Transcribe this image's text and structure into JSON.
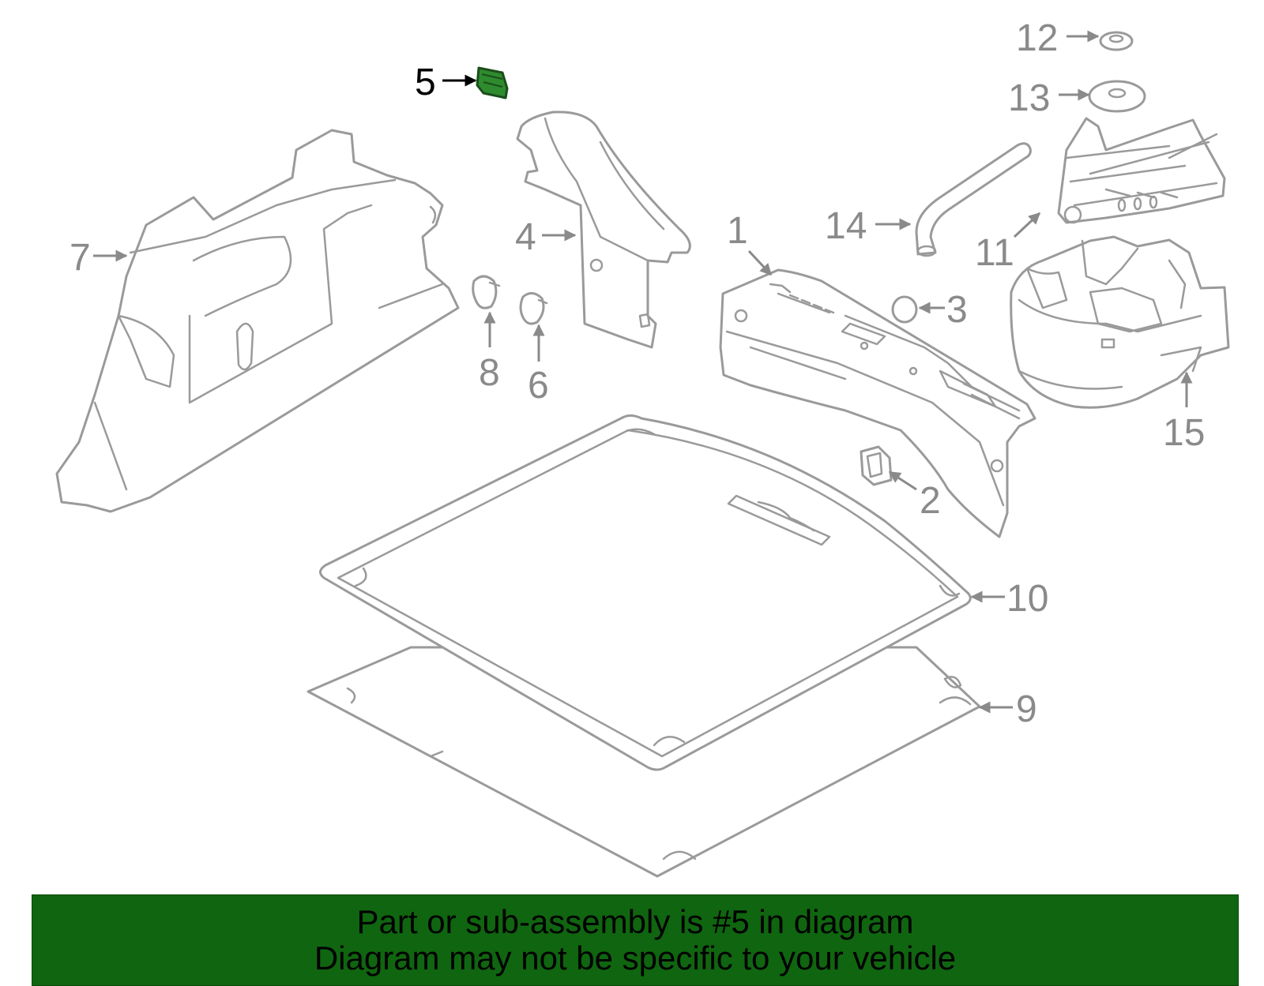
{
  "colors": {
    "banner_background": "#106510",
    "highlight_part": "#2e8b2e",
    "outline": "#9a9a9a",
    "callout_text": "#8a8a8a",
    "active_callout_text": "#000000"
  },
  "highlighted_part": "5",
  "callouts": {
    "c1": "1",
    "c2": "2",
    "c3": "3",
    "c4": "4",
    "c5": "5",
    "c6": "6",
    "c7": "7",
    "c8": "8",
    "c9": "9",
    "c10": "10",
    "c11": "11",
    "c12": "12",
    "c13": "13",
    "c14": "14",
    "c15": "15"
  },
  "banner": {
    "line1": "Part or sub-assembly is #5 in diagram",
    "line2": "Diagram may not be specific to your vehicle"
  }
}
